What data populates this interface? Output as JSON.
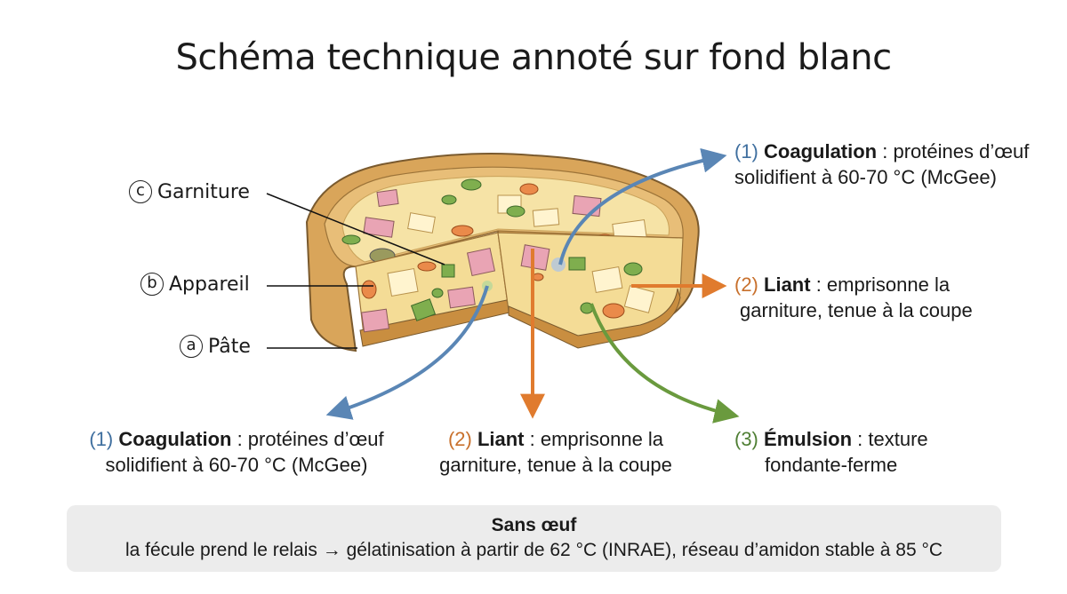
{
  "title": "Schéma technique annoté sur fond blanc",
  "layers": {
    "c": {
      "letter": "c",
      "name": "Garniture"
    },
    "b": {
      "letter": "b",
      "name": "Appareil"
    },
    "a": {
      "letter": "a",
      "name": "Pâte"
    }
  },
  "roles": {
    "coagulation_top": {
      "num": "(1)",
      "term": "Coagulation",
      "text1": " : protéines d’œuf",
      "text2": "solidifient à 60-70 °C (McGee)"
    },
    "liant_right": {
      "num": "(2)",
      "term": "Liant",
      "text1": " : emprisonne la",
      "text2": "garniture, tenue à la coupe"
    },
    "coagulation_bottom": {
      "num": "(1)",
      "term": "Coagulation",
      "text1": " : protéines d’œuf",
      "text2": "solidifient à 60-70 °C (McGee)"
    },
    "liant_bottom": {
      "num": "(2)",
      "term": "Liant",
      "text1": " : emprisonne la",
      "text2": "garniture, tenue à la coupe"
    },
    "emulsion_bottom": {
      "num": "(3)",
      "term": "Émulsion",
      "text1": " : texture",
      "text2": "fondante-ferme"
    }
  },
  "footer": {
    "title": "Sans œuf",
    "text": "la fécule prend le relais → gélatinisation à partir de 62 °C (INRAE), réseau d’amidon stable à 85 °C"
  },
  "colors": {
    "blue": "#5a86b5",
    "orange": "#e07b2e",
    "green": "#6a9a3e",
    "crust": "#d9a55a",
    "filling": "#f6e3a6"
  }
}
